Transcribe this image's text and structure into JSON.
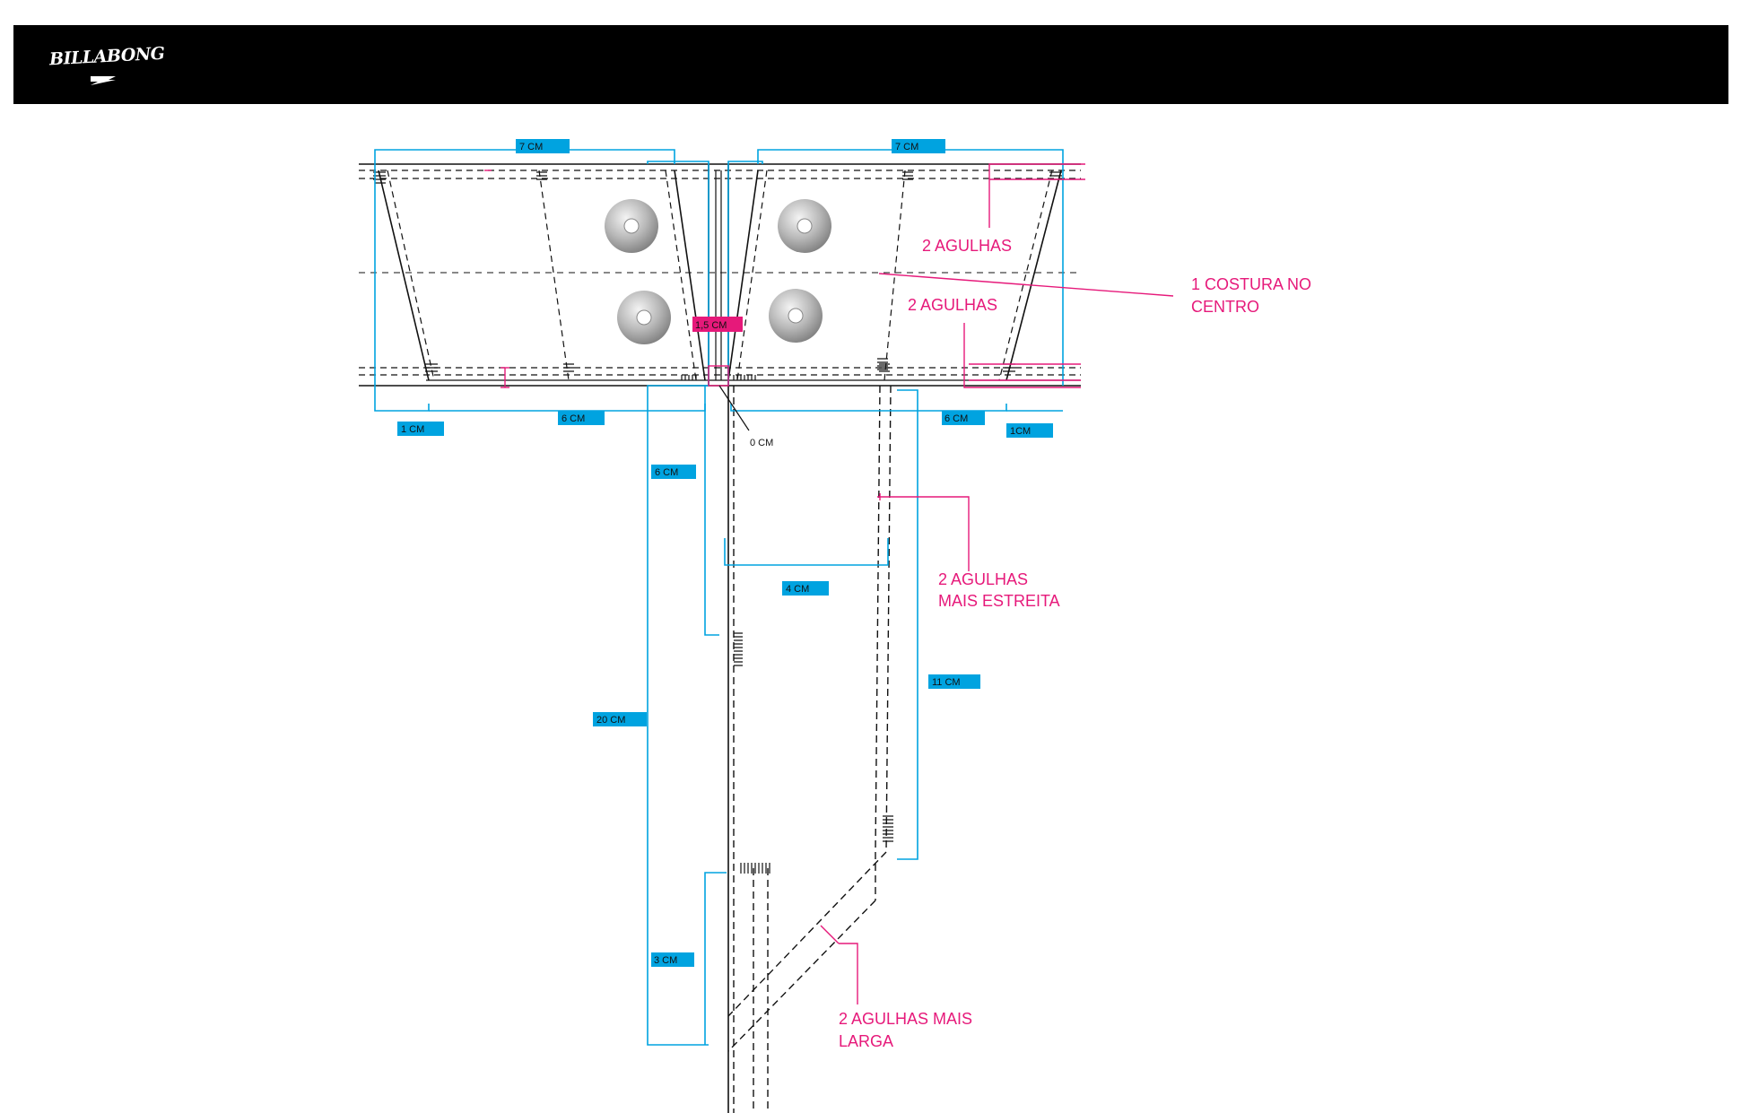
{
  "header": {
    "brand": "BILLABONG",
    "bar_color": "#000000"
  },
  "colors": {
    "dimension": "#00a3e0",
    "note": "#e6197a",
    "line": "#111111"
  },
  "dimensions": {
    "top_left_width": "7 CM",
    "top_right_width": "7 CM",
    "center_gap": "1,5 CM",
    "bottom_left_edge": "1 CM",
    "bottom_left_panel": "6 CM",
    "bottom_right_panel": "6 CM",
    "bottom_right_edge": "1CM",
    "center_zero": "0 CM",
    "fly_depth": "6 CM",
    "fly_width": "4 CM",
    "fly_length": "11 CM",
    "total_length": "20 CM",
    "crotch_depth": "3 CM"
  },
  "notes": {
    "top_two_needles": "2 AGULHAS",
    "center_seam_line1": "1 COSTURA  NO",
    "center_seam_line2": "CENTRO",
    "mid_two_needles": "2 AGULHAS",
    "fly_two_needles_line1": "2 AGULHAS",
    "fly_two_needles_line2": "MAIS ESTREITA",
    "crotch_two_needles_line1": "2 AGULHAS MAIS",
    "crotch_two_needles_line2": "LARGA"
  }
}
